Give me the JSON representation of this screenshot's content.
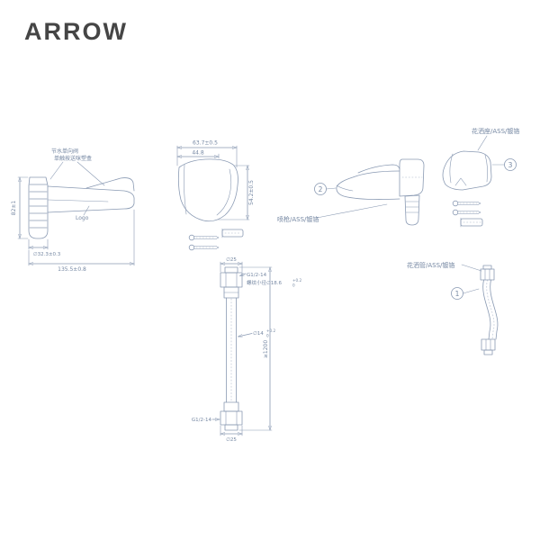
{
  "brand": "ARROW",
  "colors": {
    "line": "#8a9ab3",
    "text": "#7688a3",
    "brand": "#454545"
  },
  "side_view": {
    "note_line1": "节水单向阀",
    "note_line2": "单触按送咪塑盒",
    "logo_label": "Logo",
    "dim_height": "82±1",
    "dim_face_diameter": "∅32.3±0.3",
    "dim_overall_length": "135.5±0.8"
  },
  "head_view": {
    "dim_outer_width": "63.7±0.5",
    "dim_inner_width": "44.8",
    "dim_height": "54.2±0.5"
  },
  "hose_view": {
    "dim_top_diameter": "∅25",
    "thread_top": "G1/2-14",
    "thread_minor": "螺纹小径∅18.6",
    "thread_minor_tol_upper": "+0.2",
    "thread_minor_tol_lower": "0",
    "dim_mid_diameter": "∅14",
    "mid_tol_upper": "+0.2",
    "mid_tol_lower": "0",
    "dim_min_length": "≥1200",
    "thread_bottom": "G1/2-14",
    "dim_bottom_diameter": "∅25"
  },
  "parts": {
    "sprayer": {
      "num": "2",
      "label": "喷枪/ASS/镀铬"
    },
    "holder": {
      "num": "3",
      "label": "花洒座/ASS/镀铬"
    },
    "hose": {
      "num": "1",
      "label": "花洒管/ASS/镀铬"
    }
  }
}
